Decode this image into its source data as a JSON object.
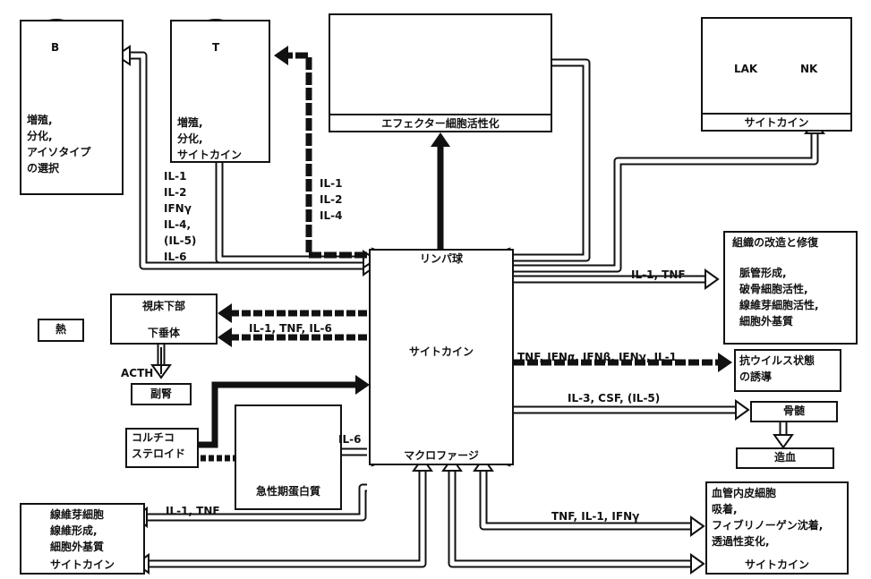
{
  "b_cell": {
    "letter": "B",
    "functions": "増殖,\n分化,\nアイソタイプ\nの選択"
  },
  "t_cell": {
    "letter": "T",
    "functions": "増殖,\n分化,\nサイトカイン"
  },
  "effector": {
    "label": "エフェクター細胞活性化"
  },
  "lak_nk": {
    "lak": "LAK",
    "nk": "NK",
    "label": "サイトカイン"
  },
  "t_cytokines": "IL-1\nIL-2\nIFNγ\nIL-4,\n(IL-5)\nIL-6",
  "lympho_cytokines": "IL-1\nIL-2\nIL-4",
  "center": {
    "lymphocyte": "リンパ球",
    "cytokine": "サイトカイン",
    "macrophage": "マクロファージ"
  },
  "hypothalamus": "視床下部",
  "pituitary": "下垂体",
  "fever": "熱",
  "acth": "ACTH",
  "adrenal": "副腎",
  "corticosteroid": "コルチコ\nステロイド",
  "acute_phase": "急性期蛋白質",
  "il6": "IL-6",
  "neuro_cytokines_1": "IL-1,  TNF,  IL-6",
  "tissue": {
    "title": "組織の改造と修復",
    "items": "脈管形成,\n破骨細胞活性,\n線維芽細胞活性,\n細胞外基質",
    "arrow_label": "IL-1,  TNF"
  },
  "antiviral": {
    "label": "抗ウイルス状態\nの誘導",
    "arrow_label": "TNF,  IFNα,  IFNβ,  IFNγ,  IL-1"
  },
  "marrow": {
    "label": "骨髄",
    "arrow_label": "IL-3,  CSF,  (IL-5)",
    "hematopoiesis": "造血"
  },
  "fibroblast": {
    "items": "線維芽細胞\n線維形成,\n細胞外基質",
    "cytokine": "サイトカイン",
    "arrow_label": "IL-1,  TNF"
  },
  "endothelium": {
    "items": "血管内皮細胞\n吸着,\nフィブリノーゲン沈着,\n透過性変化,",
    "cytokine": "サイトカイン",
    "arrow_label": "TNF,  IL-1,  IFNγ"
  }
}
